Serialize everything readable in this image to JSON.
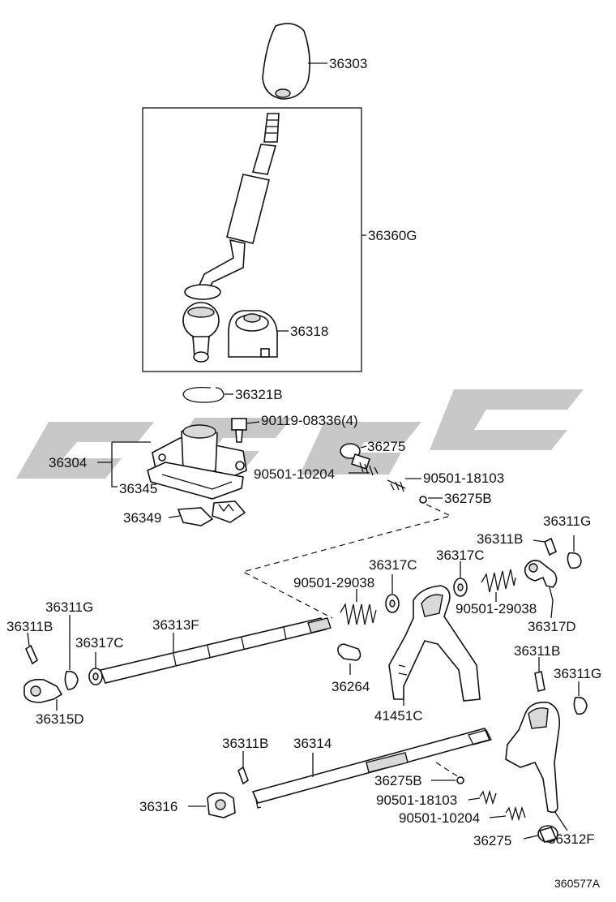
{
  "diagram": {
    "labels": {
      "knob": "36303",
      "lever_assy": "36360G",
      "boot": "36318",
      "snap_ring": "36321B",
      "bolt": "90119-08336(4)",
      "retainer": "36304",
      "gasket": "36345",
      "seat": "36349",
      "ball_top": "36275",
      "spring_top_a": "90501-10204",
      "spring_top_b": "90501-18103",
      "ball_small_top": "36275B",
      "pin_right_top": "36311G",
      "pin_right_b": "36311B",
      "washer_c_mid": "36317C",
      "washer_c_right": "36317C",
      "spring_mid_left": "90501-29038",
      "spring_mid_right": "90501-29038",
      "head_right": "36317D",
      "pin_left_g": "36311G",
      "pin_left_b": "36311B",
      "shaft_f": "36313F",
      "washer_c_left": "36317C",
      "head_left": "36315D",
      "plug": "36264",
      "fork_main": "41451C",
      "pin_low_b": "36311B",
      "pin_low_g": "36311G",
      "pin_shaft_b": "36311B",
      "shaft_low": "36314",
      "ball_low": "36275B",
      "spring_low_a": "90501-18103",
      "spring_low_b": "90501-10204",
      "head_low": "36316",
      "ball_bottom": "36275",
      "fork_low": "36312F",
      "figure_code": "360577A"
    }
  }
}
